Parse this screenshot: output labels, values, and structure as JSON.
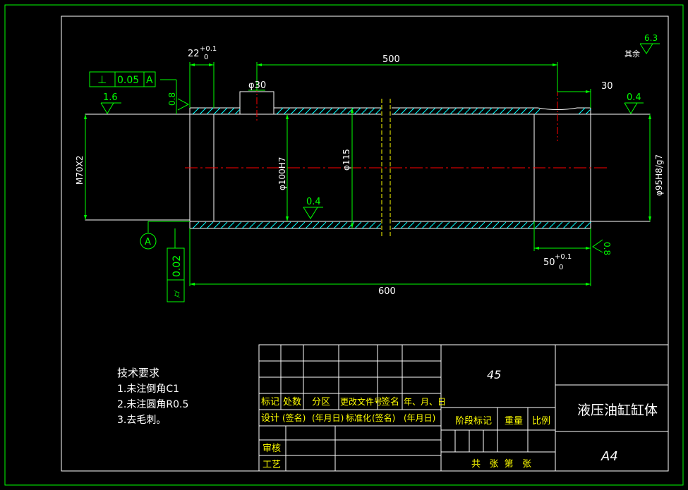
{
  "dimensions": {
    "top_len": "22",
    "top_tol_up": "+0.1",
    "top_tol_lo": "0",
    "total_500": "500",
    "dia_30": "φ30",
    "right_30": "30",
    "gdt_sym": "⊥",
    "gdt_val": "0.05",
    "gdt_ref": "A",
    "left_rough": "1.6",
    "left_face": "0.8",
    "thread": "M70X2",
    "bore": "φ100H7",
    "outer": "φ115",
    "inner_rough": "0.4",
    "right_rough": "0.4",
    "right_dia": "φ95H8/g7",
    "bottom_50": "50",
    "bottom_tol_up": "+0.1",
    "bottom_tol_lo": "0",
    "right_face": "0.8",
    "total_600": "600",
    "datum": "A",
    "cyl_val": "0.02",
    "other_label": "其余",
    "other_rough": "6.3"
  },
  "notes": {
    "title": "技术要求",
    "items": [
      "1.未注倒角C1",
      "2.未注圆角R0.5",
      "3.去毛刺。"
    ]
  },
  "title_block": {
    "material": "45",
    "part_name": "液压油缸缸体",
    "sheet_size": "A4",
    "row_labels": [
      "标记",
      "处数",
      "分区",
      "更改文件号",
      "签名",
      "年、月、日"
    ],
    "row2": [
      "设计",
      "(签名)",
      "(年月日)",
      "标准化",
      "(签名)",
      "(年月日)"
    ],
    "stage": "阶段标记",
    "weight": "重量",
    "scale": "比例",
    "review": "审核",
    "process": "工艺",
    "sheets": "共   张  第   张"
  },
  "colors": {
    "frame": "#00ff00",
    "outline": "#ffffff",
    "hatch": "#00ffff",
    "center": "#ff0000",
    "break": "#ffff00"
  }
}
